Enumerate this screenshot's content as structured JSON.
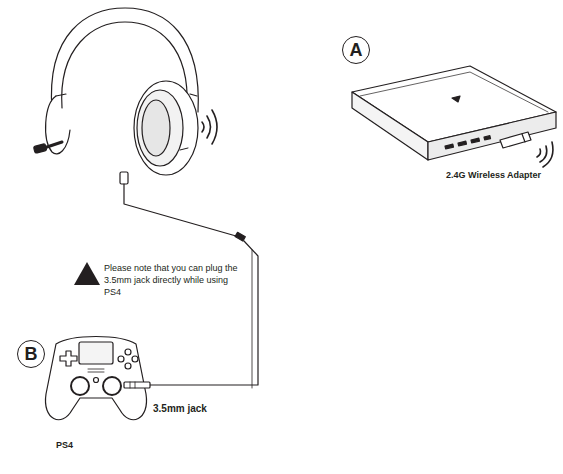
{
  "diagram": {
    "nodes": [
      {
        "text": [
          "A"
        ]
      },
      {
        "text": [
          "B"
        ]
      }
    ],
    "labels": [
      "2.4G Wireless Adapter",
      "Please note that you can plug the 3.5mm jack directly while using PS4",
      "3.5mm jack",
      "PS4"
    ]
  }
}
